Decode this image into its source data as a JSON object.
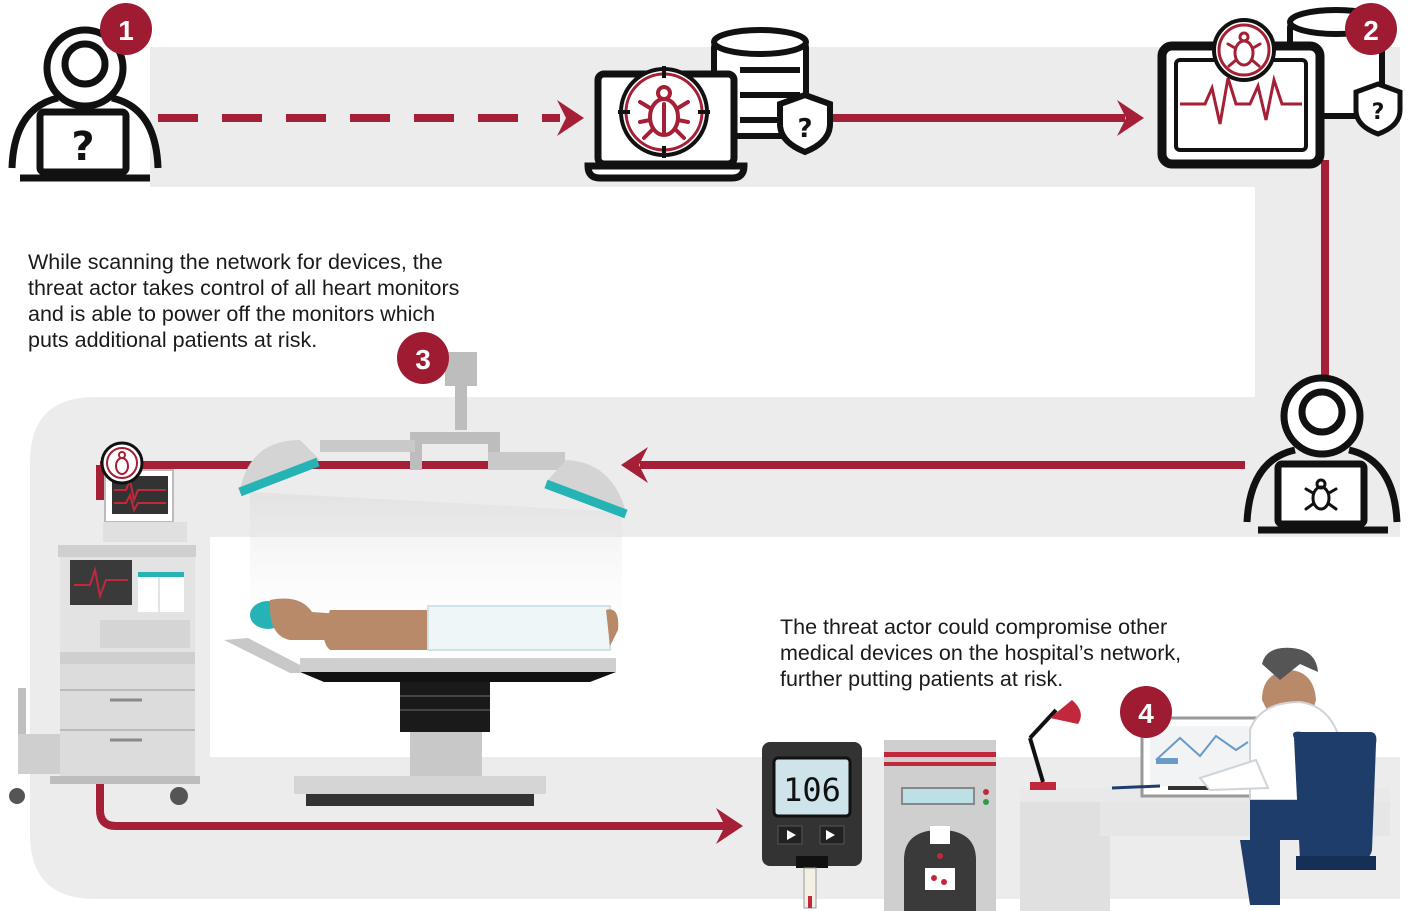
{
  "steps": [
    {
      "number": "1"
    },
    {
      "number": "2"
    },
    {
      "number": "3"
    },
    {
      "number": "4"
    }
  ],
  "captions": {
    "step3": [
      "While scanning the network for devices, the",
      "threat actor takes control of all heart monitors",
      "and is able to power off the monitors which",
      "puts additional patients at risk."
    ],
    "step4": [
      "The threat actor could compromise other",
      "medical devices on the hospital’s network,",
      "further putting patients at risk."
    ]
  },
  "glucose_meter": {
    "reading": "106"
  },
  "colors": {
    "accent_red": "#a51f36",
    "badge_red": "#9e1b32",
    "track_gray": "#ececec",
    "teal": "#25b3b5",
    "dark": "#111111",
    "navy": "#1e3d6b"
  },
  "icons": [
    "hooded-hacker-question-icon",
    "infected-laptop-database-icon",
    "infected-heart-monitor-icon",
    "hooded-hacker-bug-icon",
    "surgical-lamp-icon",
    "patient-monitor-cart-icon",
    "operating-table-icon",
    "glucose-meter-icon",
    "drug-dispenser-icon",
    "desk-lamp-icon",
    "doctor-workstation-icon"
  ]
}
